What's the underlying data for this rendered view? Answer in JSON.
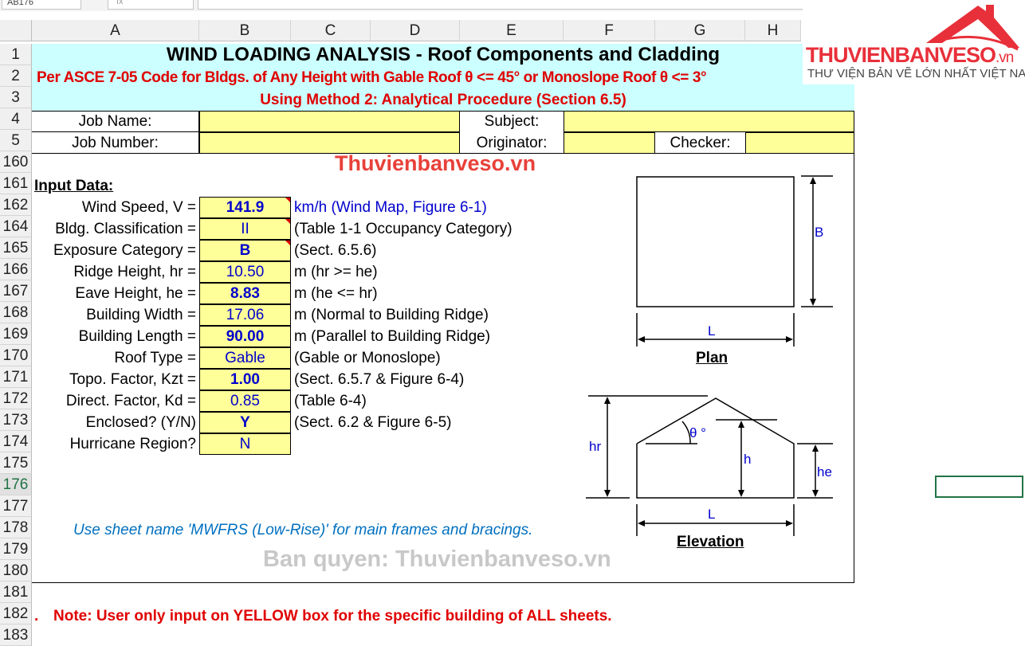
{
  "formula_bar": {
    "name_box": "AB176",
    "fx": "fx"
  },
  "columns": [
    "A",
    "B",
    "C",
    "D",
    "E",
    "F",
    "G",
    "H"
  ],
  "rows": [
    "1",
    "2",
    "3",
    "4",
    "5",
    "160",
    "161",
    "162",
    "164",
    "165",
    "166",
    "167",
    "168",
    "169",
    "170",
    "171",
    "172",
    "173",
    "174",
    "175",
    "176",
    "177",
    "178",
    "179",
    "180",
    "181",
    "182",
    "183"
  ],
  "header": {
    "title": "WIND LOADING ANALYSIS - Roof Components and Cladding",
    "subtitle": "Per ASCE 7-05 Code for Bldgs. of Any Height with Gable Roof θ <= 45° or Monoslope Roof θ <= 3°",
    "method": "Using Method 2: Analytical Procedure (Section 6.5)"
  },
  "job": {
    "job_name_label": "Job Name:",
    "job_number_label": "Job Number:",
    "subject_label": "Subject:",
    "originator_label": "Originator:",
    "checker_label": "Checker:"
  },
  "input_heading": "Input Data:",
  "inputs": [
    {
      "label": "Wind Speed, V =",
      "value": "141.9",
      "note": "km/h  (Wind Map, Figure 6-1)",
      "bold": true
    },
    {
      "label": "Bldg. Classification =",
      "value": "II",
      "note": "(Table 1-1 Occupancy Category)",
      "bold": false
    },
    {
      "label": "Exposure Category =",
      "value": "B",
      "note": "(Sect. 6.5.6)",
      "bold": true
    },
    {
      "label": "Ridge Height, hr =",
      "value": "10.50",
      "note": "m (hr >= he)",
      "bold": false
    },
    {
      "label": "Eave Height, he =",
      "value": "8.83",
      "note": "m (he <= hr)",
      "bold": true
    },
    {
      "label": "Building Width =",
      "value": "17.06",
      "note": "m (Normal to Building Ridge)",
      "bold": false
    },
    {
      "label": "Building Length =",
      "value": "90.00",
      "note": "m (Parallel to Building Ridge)",
      "bold": true
    },
    {
      "label": "Roof Type =",
      "value": "Gable",
      "note": "(Gable or Monoslope)",
      "bold": false
    },
    {
      "label": "Topo. Factor, Kzt =",
      "value": "1.00",
      "note": "(Sect. 6.5.7 & Figure 6-4)",
      "bold": true
    },
    {
      "label": "Direct. Factor, Kd =",
      "value": "0.85",
      "note": "(Table 6-4)",
      "bold": false
    },
    {
      "label": "Enclosed? (Y/N)",
      "value": "Y",
      "note": "(Sect. 6.2 & Figure 6-5)",
      "bold": true
    },
    {
      "label": "Hurricane Region?",
      "value": "N",
      "note": "",
      "bold": false
    }
  ],
  "diagram": {
    "plan_title": "Plan",
    "elevation_title": "Elevation",
    "B": "B",
    "L": "L",
    "hr": "hr",
    "h": "h",
    "he": "he",
    "theta": "θ °"
  },
  "mwfrs_note": "Use sheet name 'MWFRS (Low-Rise)' for main frames and bracings.",
  "user_note": "Note: User only input on YELLOW box for the specific building of ALL sheets.",
  "row182_prefix": ".",
  "watermark": {
    "center": "Thuvienbanveso.vn",
    "copyright": "Ban quyen: Thuvienbanveso.vn"
  },
  "logo": {
    "name": "THUVIENBANVESO",
    "tld": ".vn",
    "tagline": "THƯ VIỆN BẢN VẼ LỚN NHẤT VIỆT NAM"
  },
  "colors": {
    "accent_red": "#e00000",
    "input_blue": "#0000cc",
    "yellow": "#ffff99",
    "cyan": "#ccffff"
  }
}
